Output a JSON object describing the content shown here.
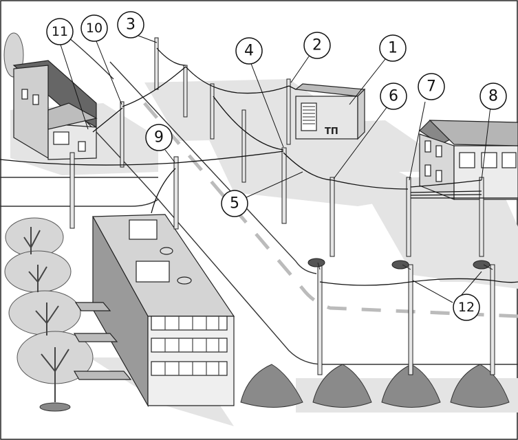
{
  "labels": {
    "n1": "1",
    "n2": "2",
    "n3": "3",
    "n4": "4",
    "n5": "5",
    "n6": "6",
    "n7": "7",
    "n8": "8",
    "n9": "9",
    "n10": "10",
    "n11": "11",
    "n12": "12"
  },
  "substation_sign": "ТП"
}
